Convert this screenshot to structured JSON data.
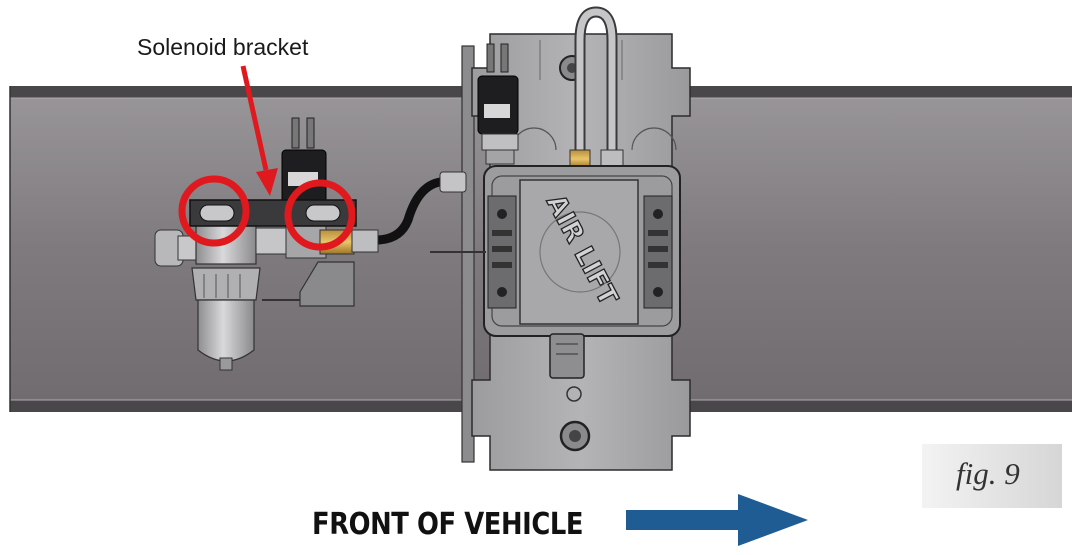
{
  "callout": {
    "label": "Solenoid bracket"
  },
  "figure": {
    "tag": "fig. 9"
  },
  "direction": {
    "label": "FRONT OF VEHICLE",
    "arrow": "right-arrow"
  },
  "manifold": {
    "brand": "AIR LIFT"
  },
  "colors": {
    "frame_rail": "#807c80",
    "highlight_circle": "#e0191f",
    "pointer_arrow": "#e0191f",
    "direction_arrow": "#1f5c94",
    "mount_plate": "#a8a8aa"
  }
}
